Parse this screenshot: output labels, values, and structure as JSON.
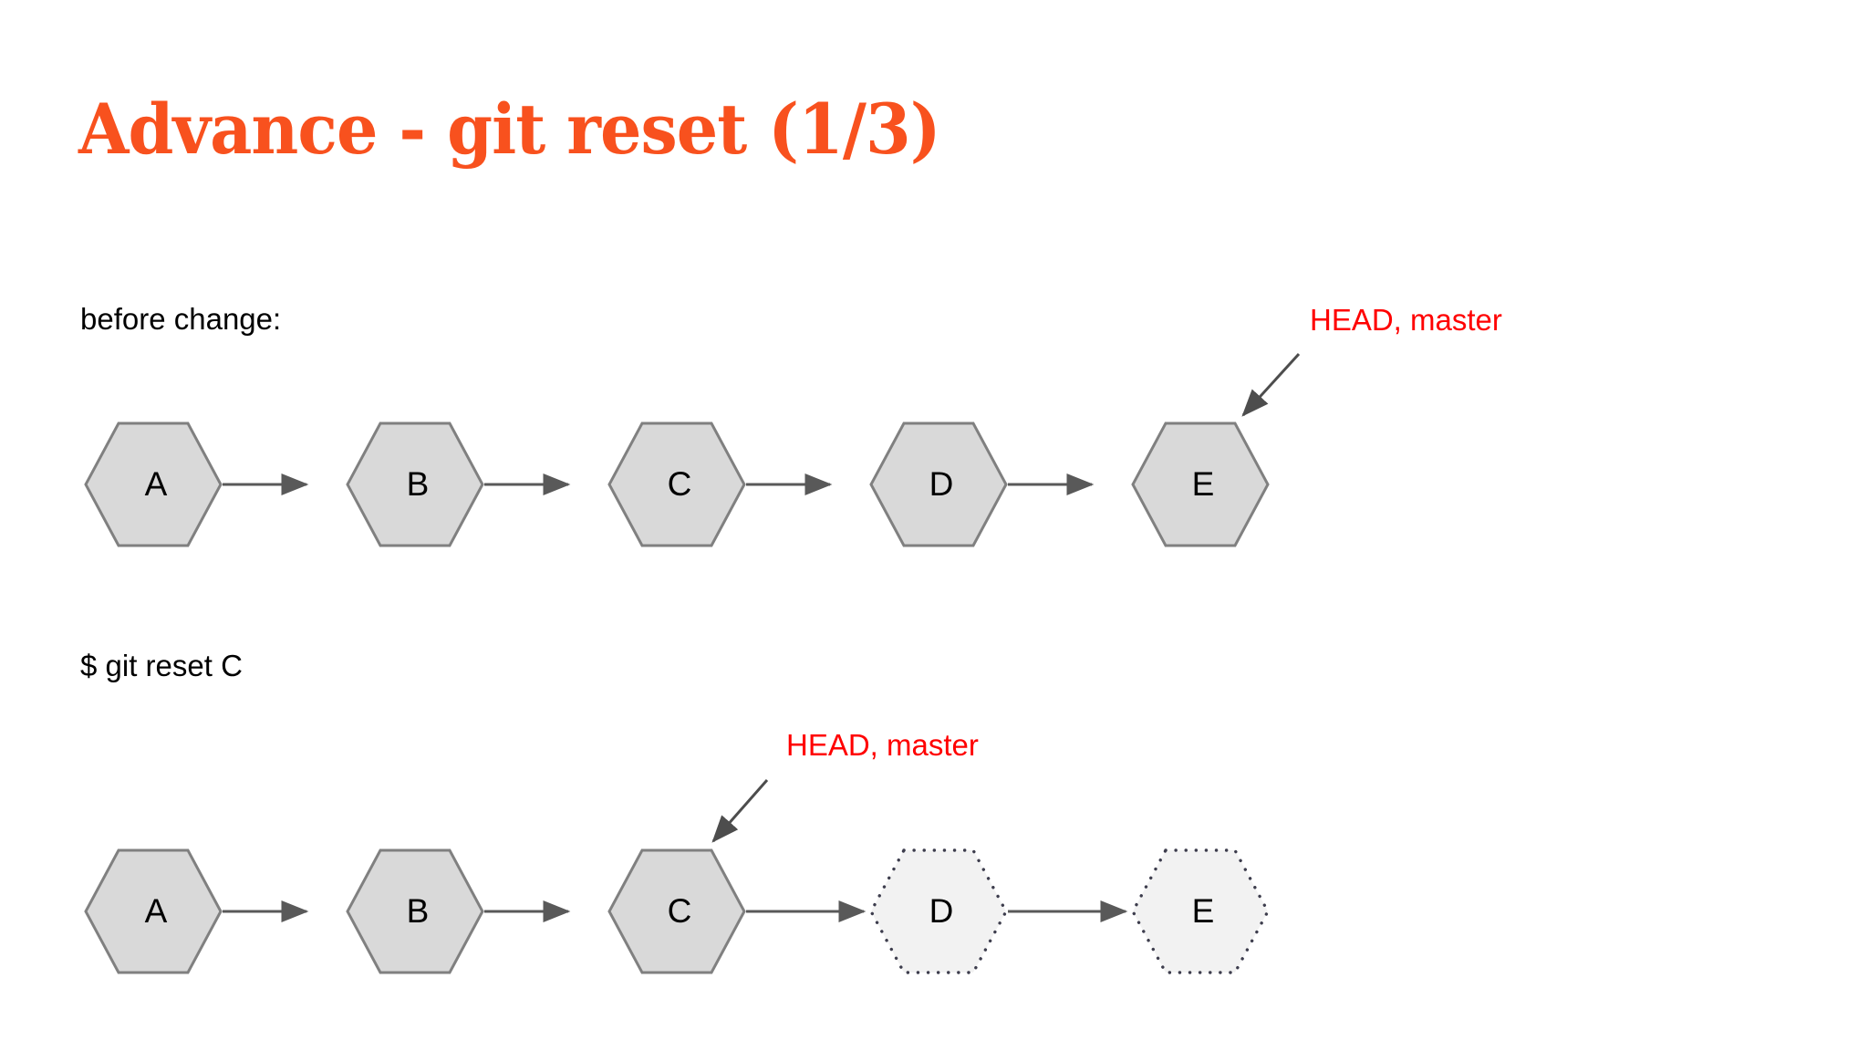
{
  "slide": {
    "title": "Advance - git reset (1/3)",
    "background_color": "#ffffff",
    "title_color": "#f8511e",
    "annotation_color": "#ff0000",
    "node_fill_solid": "#d9d9d9",
    "node_fill_faded": "#f2f2f2",
    "node_stroke": "#808080",
    "edge_color": "#595959"
  },
  "sections": {
    "before": {
      "caption": "before change:",
      "annotation": "HEAD, master",
      "nodes": [
        {
          "label": "A",
          "style": "solid"
        },
        {
          "label": "B",
          "style": "solid"
        },
        {
          "label": "C",
          "style": "solid"
        },
        {
          "label": "D",
          "style": "solid"
        },
        {
          "label": "E",
          "style": "solid"
        }
      ],
      "head_points_to": "E"
    },
    "after": {
      "caption": "$ git reset C",
      "annotation": "HEAD, master",
      "nodes": [
        {
          "label": "A",
          "style": "solid"
        },
        {
          "label": "B",
          "style": "solid"
        },
        {
          "label": "C",
          "style": "solid"
        },
        {
          "label": "D",
          "style": "dotted"
        },
        {
          "label": "E",
          "style": "dotted"
        }
      ],
      "head_points_to": "C"
    }
  }
}
